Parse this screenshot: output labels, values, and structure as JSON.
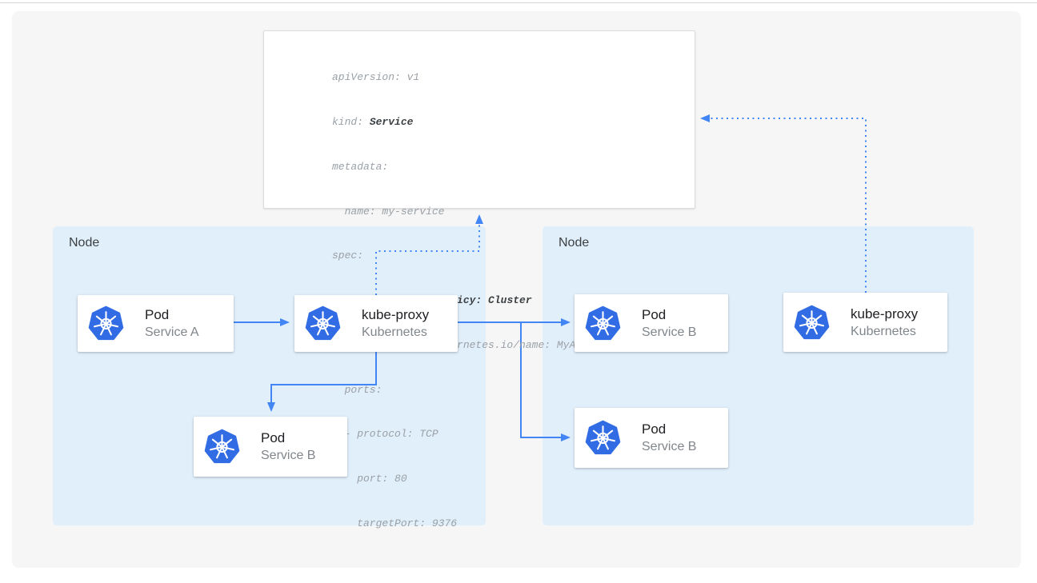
{
  "colors": {
    "accent_blue": "#4285f4",
    "kubernetes_blue": "#326ce5",
    "node_fill": "#e1effb",
    "canvas_fill": "#f6f6f6",
    "card_title": "#202124",
    "card_subtitle": "#80868b",
    "yaml_text": "#9aa0a6",
    "yaml_bold_text": "#3c4043"
  },
  "yaml_card": {
    "lines": [
      {
        "segs": [
          {
            "t": "apiVersion: v1",
            "b": false
          }
        ]
      },
      {
        "segs": [
          {
            "t": "kind: ",
            "b": false
          },
          {
            "t": "Service",
            "b": true
          }
        ]
      },
      {
        "segs": [
          {
            "t": "metadata:",
            "b": false
          }
        ]
      },
      {
        "segs": [
          {
            "t": "  name: my-service",
            "b": false
          }
        ]
      },
      {
        "segs": [
          {
            "t": "spec:",
            "b": false
          }
        ]
      },
      {
        "segs": [
          {
            "t": "  ",
            "b": false
          },
          {
            "t": "internalTrafficPolicy: Cluster",
            "b": true
          }
        ]
      },
      {
        "segs": [
          {
            "t": "  selector: app.kubernetes.io/name: MyApp",
            "b": false
          }
        ]
      },
      {
        "segs": [
          {
            "t": "  ports:",
            "b": false
          }
        ]
      },
      {
        "segs": [
          {
            "t": "  - protocol: TCP",
            "b": false
          }
        ]
      },
      {
        "segs": [
          {
            "t": "    port: 80",
            "b": false
          }
        ]
      },
      {
        "segs": [
          {
            "t": "    targetPort: 9376",
            "b": false
          }
        ]
      }
    ]
  },
  "nodes": {
    "left": {
      "label": "Node"
    },
    "right": {
      "label": "Node"
    }
  },
  "cards": {
    "pod_a": {
      "title": "Pod",
      "subtitle": "Service A",
      "icon": "kubernetes-icon"
    },
    "kube_proxy_left": {
      "title": "kube-proxy",
      "subtitle": "Kubernetes",
      "icon": "kubernetes-icon"
    },
    "pod_b_left": {
      "title": "Pod",
      "subtitle": "Service B",
      "icon": "kubernetes-icon"
    },
    "pod_b_right_top": {
      "title": "Pod",
      "subtitle": "Service B",
      "icon": "kubernetes-icon"
    },
    "pod_b_right_bottom": {
      "title": "Pod",
      "subtitle": "Service B",
      "icon": "kubernetes-icon"
    },
    "kube_proxy_right": {
      "title": "kube-proxy",
      "subtitle": "Kubernetes",
      "icon": "kubernetes-icon"
    }
  },
  "connections": [
    {
      "from": "pod-service-a",
      "to": "kube-proxy-left",
      "style": "solid"
    },
    {
      "from": "kube-proxy-left",
      "to": "pod-service-b-left",
      "style": "solid"
    },
    {
      "from": "kube-proxy-left",
      "to": "pod-service-b-right-top",
      "style": "solid"
    },
    {
      "from": "kube-proxy-left",
      "to": "pod-service-b-right-bottom",
      "style": "solid"
    },
    {
      "from": "kube-proxy-left",
      "to": "service-yaml-card",
      "style": "dotted"
    },
    {
      "from": "kube-proxy-right",
      "to": "service-yaml-card",
      "style": "dotted"
    }
  ]
}
